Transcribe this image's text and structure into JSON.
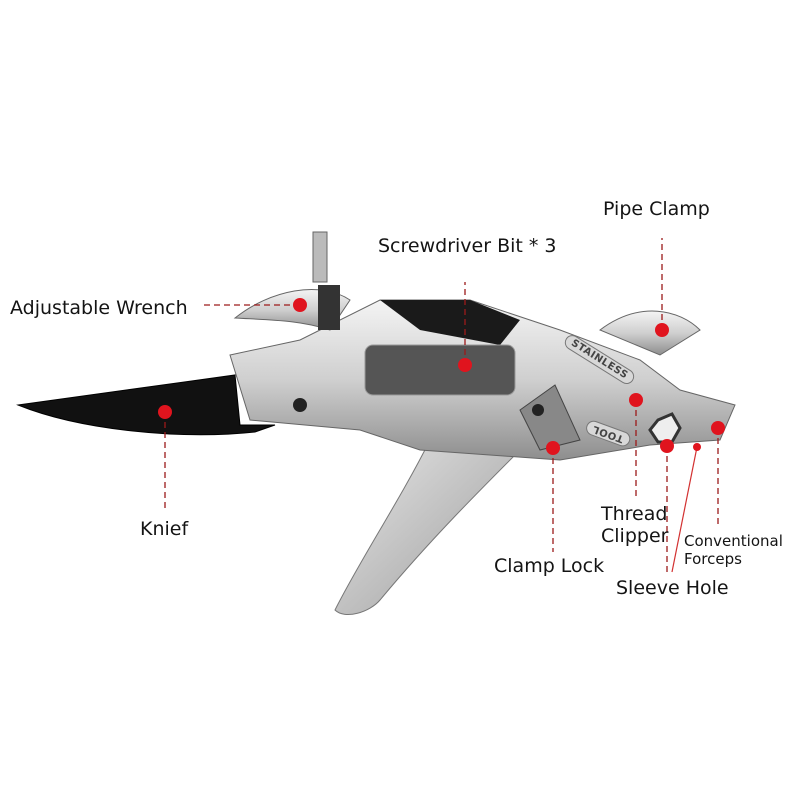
{
  "title": "Multi-tool parts diagram",
  "accent_color": "#e0141e",
  "product_imprint": [
    "STAINLESS",
    "TOOL"
  ],
  "labels": {
    "pipe_clamp": "Pipe Clamp",
    "screwdriver_bit": "Screwdriver Bit * 3",
    "adjustable_wrench": "Adjustable Wrench",
    "knife": "Knief",
    "clamp_lock": "Clamp Lock",
    "thread_clipper_1": "Thread",
    "thread_clipper_2": "Clipper",
    "conventional_forceps_1": "Conventional",
    "conventional_forceps_2": "Forceps",
    "sleeve_hole": "Sleeve Hole"
  }
}
